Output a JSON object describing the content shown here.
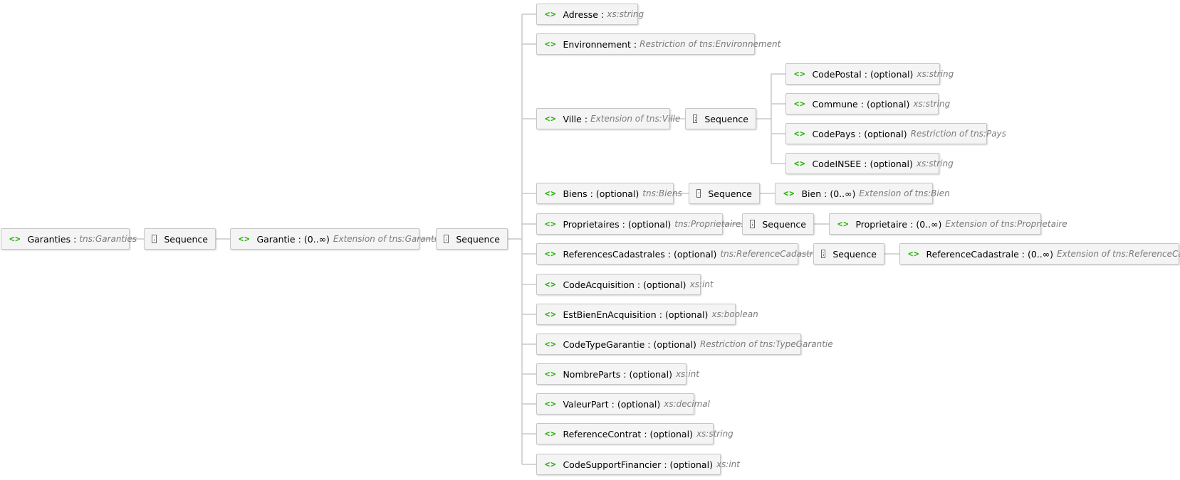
{
  "separator": ":",
  "colors": {
    "element_icon": "#1fb100",
    "type_text": "#7b7b7b",
    "node_bg": "#f4f4f4",
    "node_border": "#c6c6c6",
    "wire": "#c8c8c8"
  },
  "icons": {
    "element": "element-icon",
    "sequence": "sequence-icon"
  },
  "element_icon_glyph": "<>",
  "sequence_label": "Sequence",
  "root": {
    "name": "Garanties",
    "occ": "",
    "type": "tns:Garanties"
  },
  "garantie": {
    "name": "Garantie",
    "occ": "(0..∞)",
    "type": "Extension of tns:Garantie"
  },
  "fields": [
    {
      "name": "Adresse",
      "occ": "",
      "type": "xs:string"
    },
    {
      "name": "Environnement",
      "occ": "",
      "type": "Restriction of tns:Environnement"
    },
    {
      "name": "Ville",
      "occ": "",
      "type": "Extension of tns:Ville"
    },
    {
      "name": "Biens",
      "occ": "(optional)",
      "type": "tns:Biens"
    },
    {
      "name": "Proprietaires",
      "occ": "(optional)",
      "type": "tns:Proprietaires"
    },
    {
      "name": "ReferencesCadastrales",
      "occ": "(optional)",
      "type": "tns:ReferenceCadastrales"
    },
    {
      "name": "CodeAcquisition",
      "occ": "(optional)",
      "type": "xs:int"
    },
    {
      "name": "EstBienEnAcquisition",
      "occ": "(optional)",
      "type": "xs:boolean"
    },
    {
      "name": "CodeTypeGarantie",
      "occ": "(optional)",
      "type": "Restriction of tns:TypeGarantie"
    },
    {
      "name": "NombreParts",
      "occ": "(optional)",
      "type": "xs:int"
    },
    {
      "name": "ValeurPart",
      "occ": "(optional)",
      "type": "xs:decimal"
    },
    {
      "name": "ReferenceContrat",
      "occ": "(optional)",
      "type": "xs:string"
    },
    {
      "name": "CodeSupportFinancier",
      "occ": "(optional)",
      "type": "xs:int"
    }
  ],
  "ville_children": [
    {
      "name": "CodePostal",
      "occ": "(optional)",
      "type": "xs:string"
    },
    {
      "name": "Commune",
      "occ": "(optional)",
      "type": "xs:string"
    },
    {
      "name": "CodePays",
      "occ": "(optional)",
      "type": "Restriction of tns:Pays"
    },
    {
      "name": "CodeINSEE",
      "occ": "(optional)",
      "type": "xs:string"
    }
  ],
  "bien": {
    "name": "Bien",
    "occ": "(0..∞)",
    "type": "Extension of tns:Bien"
  },
  "proprietaire": {
    "name": "Proprietaire",
    "occ": "(0..∞)",
    "type": "Extension of tns:Proprietaire"
  },
  "reference_cadastrale": {
    "name": "ReferenceCadastrale",
    "occ": "(0..∞)",
    "type": "Extension of tns:ReferenceCadastrale"
  }
}
